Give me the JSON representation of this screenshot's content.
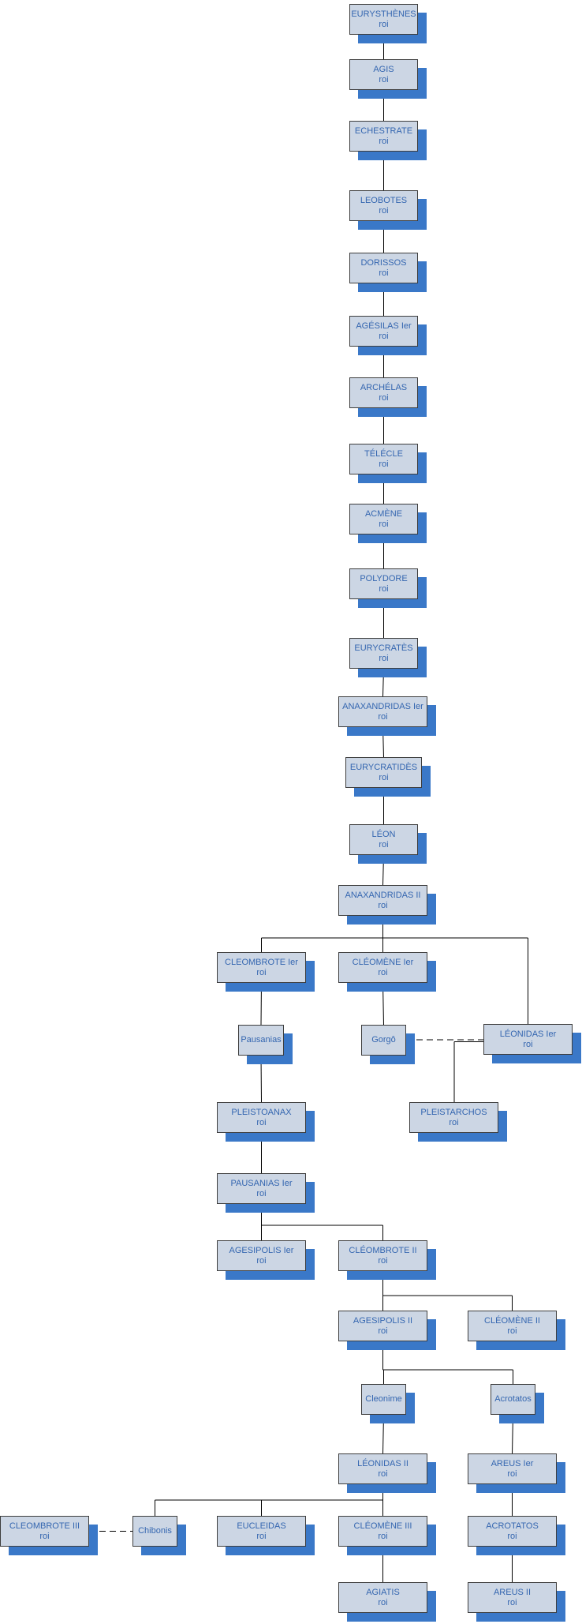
{
  "colors": {
    "box_fill": "#ccd6e4",
    "box_border": "#3d3d3d",
    "shadow": "#3a78c8",
    "text": "#3466b0",
    "line": "#000000"
  },
  "nodes": [
    {
      "id": "eurysthenes",
      "name": "EURYSTHÈNES",
      "role": "roi"
    },
    {
      "id": "agis",
      "name": "AGIS",
      "role": "roi"
    },
    {
      "id": "echestrate",
      "name": "ECHESTRATE",
      "role": "roi"
    },
    {
      "id": "leobotes",
      "name": "LEOBOTES",
      "role": "roi"
    },
    {
      "id": "dorissos",
      "name": "DORISSOS",
      "role": "roi"
    },
    {
      "id": "agesilas1",
      "name": "AGÉSILAS Ier",
      "role": "roi"
    },
    {
      "id": "archelas",
      "name": "ARCHÉLAS",
      "role": "roi"
    },
    {
      "id": "telecle",
      "name": "TÉLÉCLE",
      "role": "roi"
    },
    {
      "id": "acmene",
      "name": "ACMÈNE",
      "role": "roi"
    },
    {
      "id": "polydore",
      "name": "POLYDORE",
      "role": "roi"
    },
    {
      "id": "eurycrates",
      "name": "EURYCRATÈS",
      "role": "roi"
    },
    {
      "id": "anaxandridas1",
      "name": "ANAXANDRIDAS Ier",
      "role": "roi"
    },
    {
      "id": "eurycratides",
      "name": "EURYCRATIDÈS",
      "role": "roi"
    },
    {
      "id": "leon",
      "name": "LÉON",
      "role": "roi"
    },
    {
      "id": "anaxandridas2",
      "name": "ANAXANDRIDAS II",
      "role": "roi"
    },
    {
      "id": "cleombrote1",
      "name": "CLEOMBROTE Ier",
      "role": "roi"
    },
    {
      "id": "cleomene1",
      "name": "CLÉOMÈNE Ier",
      "role": "roi"
    },
    {
      "id": "leonidas1",
      "name": "LÉONIDAS Ier",
      "role": "roi"
    },
    {
      "id": "pausanias",
      "name": "Pausanias",
      "role": ""
    },
    {
      "id": "gorgo",
      "name": "Gorgô",
      "role": ""
    },
    {
      "id": "pleistoanax",
      "name": "PLEISTOANAX",
      "role": "roi"
    },
    {
      "id": "pleistarchos",
      "name": "PLEISTARCHOS",
      "role": "roi"
    },
    {
      "id": "pausanias1",
      "name": "PAUSANIAS Ier",
      "role": "roi"
    },
    {
      "id": "agesipolis1",
      "name": "AGESIPOLIS Ier",
      "role": "roi"
    },
    {
      "id": "cleombrote2",
      "name": "CLÉOMBROTE II",
      "role": "roi"
    },
    {
      "id": "agesipolis2",
      "name": "AGESIPOLIS II",
      "role": "roi"
    },
    {
      "id": "cleomene2",
      "name": "CLÉOMÈNE II",
      "role": "roi"
    },
    {
      "id": "cleonime",
      "name": "Cleonime",
      "role": ""
    },
    {
      "id": "acrotatos_p",
      "name": "Acrotatos",
      "role": ""
    },
    {
      "id": "leonidas2",
      "name": "LÉONIDAS II",
      "role": "roi"
    },
    {
      "id": "areus1",
      "name": "AREUS Ier",
      "role": "roi"
    },
    {
      "id": "cleombrote3",
      "name": "CLEOMBROTE III",
      "role": "roi"
    },
    {
      "id": "chibonis",
      "name": "Chibonis",
      "role": ""
    },
    {
      "id": "eucleidas",
      "name": "EUCLEIDAS",
      "role": "roi"
    },
    {
      "id": "cleomene3",
      "name": "CLÉOMÈNE III",
      "role": "roi"
    },
    {
      "id": "acrotatos",
      "name": "ACROTATOS",
      "role": "roi"
    },
    {
      "id": "agiatis",
      "name": "AGIATIS",
      "role": "roi"
    },
    {
      "id": "areus2",
      "name": "AREUS II",
      "role": "roi"
    }
  ],
  "edges": [
    [
      "eurysthenes",
      "agis"
    ],
    [
      "agis",
      "echestrate"
    ],
    [
      "echestrate",
      "leobotes"
    ],
    [
      "leobotes",
      "dorissos"
    ],
    [
      "dorissos",
      "agesilas1"
    ],
    [
      "agesilas1",
      "archelas"
    ],
    [
      "archelas",
      "telecle"
    ],
    [
      "telecle",
      "acmene"
    ],
    [
      "acmene",
      "polydore"
    ],
    [
      "polydore",
      "eurycrates"
    ],
    [
      "eurycrates",
      "anaxandridas1"
    ],
    [
      "anaxandridas1",
      "eurycratides"
    ],
    [
      "eurycratides",
      "leon"
    ],
    [
      "leon",
      "anaxandridas2"
    ],
    [
      "anaxandridas2",
      "cleombrote1"
    ],
    [
      "anaxandridas2",
      "cleomene1"
    ],
    [
      "anaxandridas2",
      "leonidas1"
    ],
    [
      "cleombrote1",
      "pausanias"
    ],
    [
      "cleomene1",
      "gorgo"
    ],
    [
      "leonidas1",
      "pleistarchos"
    ],
    [
      "pausanias",
      "pleistoanax"
    ],
    [
      "pleistoanax",
      "pausanias1"
    ],
    [
      "pausanias1",
      "agesipolis1"
    ],
    [
      "pausanias1",
      "cleombrote2"
    ],
    [
      "cleombrote2",
      "agesipolis2"
    ],
    [
      "cleombrote2",
      "cleomene2"
    ],
    [
      "agesipolis2",
      "cleonime"
    ],
    [
      "agesipolis2",
      "acrotatos_p"
    ],
    [
      "cleonime",
      "leonidas2"
    ],
    [
      "acrotatos_p",
      "areus1"
    ],
    [
      "leonidas2",
      "chibonis"
    ],
    [
      "leonidas2",
      "eucleidas"
    ],
    [
      "leonidas2",
      "cleomene3"
    ],
    [
      "areus1",
      "acrotatos"
    ],
    [
      "cleomene3",
      "agiatis"
    ],
    [
      "acrotatos",
      "areus2"
    ]
  ],
  "marriages": [
    [
      "gorgo",
      "leonidas1"
    ],
    [
      "cleombrote3",
      "chibonis"
    ]
  ]
}
